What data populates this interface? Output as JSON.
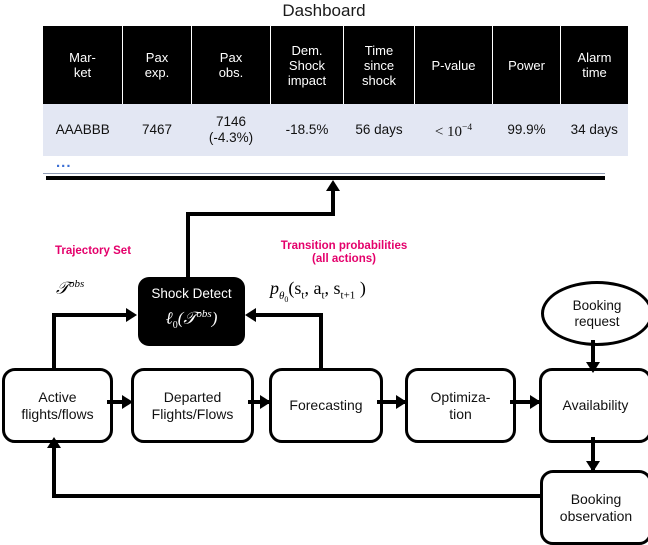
{
  "dashboard": {
    "title": "Dashboard",
    "ellipsis": "...",
    "columns": [
      {
        "lines": [
          "Mar-",
          "ket"
        ]
      },
      {
        "lines": [
          "Pax",
          "exp."
        ]
      },
      {
        "lines": [
          "Pax",
          "obs."
        ]
      },
      {
        "lines": [
          "Dem.",
          "Shock",
          "impact"
        ]
      },
      {
        "lines": [
          "Time",
          "since",
          "shock"
        ]
      },
      {
        "lines": [
          "P-value"
        ]
      },
      {
        "lines": [
          "Power"
        ]
      },
      {
        "lines": [
          "Alarm",
          "time"
        ]
      }
    ],
    "rows": [
      {
        "market": "AAABBB",
        "pax_exp": "7467",
        "pax_obs_value": "7146",
        "pax_obs_delta": "(-4.3%)",
        "dem_shock_impact": "-18.5%",
        "time_since_shock": "56 days",
        "p_value_prefix": "< 10",
        "p_value_exponent": "−4",
        "power": "99.9%",
        "alarm_time": "34 days"
      }
    ]
  },
  "annotations": {
    "trajectory_set": "Trajectory Set",
    "transition_line1": "Transition probabilities",
    "transition_line2": "(all actions)",
    "trajectory_symbol_base": "𝒯",
    "trajectory_symbol_sup": "obs",
    "transition_math": {
      "p": "p",
      "theta": "θ",
      "theta_sub": "0",
      "open": "(s",
      "s_sub": "t",
      "comma1": ", a",
      "a_sub": "t",
      "comma2": ", s",
      "s2_sub": "t+1",
      "close": " )"
    },
    "accent_pink": "#e4006b",
    "accent_blue": "#3b6fd4"
  },
  "shock_detect": {
    "title": "Shock Detect",
    "formula_l": "ℓ",
    "formula_sub": "0",
    "formula_open": "(",
    "formula_T": "𝒯",
    "formula_sup": "obs",
    "formula_close": ")"
  },
  "flow": {
    "boxes": [
      {
        "id": "active",
        "label": "Active\nflights/flows"
      },
      {
        "id": "departed",
        "label": "Departed\nFlights/Flows"
      },
      {
        "id": "forecast",
        "label": "Forecasting"
      },
      {
        "id": "optim",
        "label": "Optimiza-\ntion"
      },
      {
        "id": "avail",
        "label": "Availability"
      },
      {
        "id": "bookobs",
        "label": "Booking\nobservation"
      }
    ],
    "active_l1": "Active",
    "active_l2": "flights/flows",
    "departed_l1": "Departed",
    "departed_l2": "Flights/Flows",
    "forecasting": "Forecasting",
    "optim_l1": "Optimiza-",
    "optim_l2": "tion",
    "availability": "Availability",
    "bookobs_l1": "Booking",
    "bookobs_l2": "observation",
    "bookreq_l1": "Booking",
    "bookreq_l2": "request"
  }
}
